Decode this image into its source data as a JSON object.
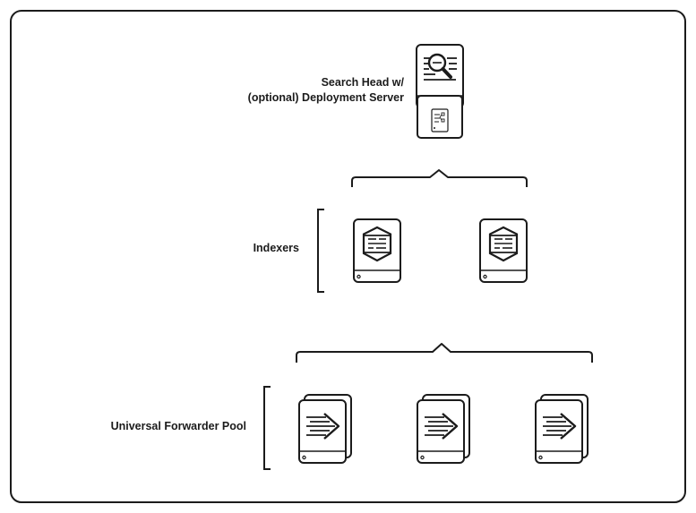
{
  "labels": {
    "search_head_line1": "Search Head w/",
    "search_head_line2": "(optional) Deployment Server",
    "indexers": "Indexers",
    "forwarder_pool": "Universal Forwarder Pool"
  },
  "tiers": {
    "search_head": {
      "servers": 1,
      "icon": "search-server-icon",
      "sub_icon": "deployment-server-icon"
    },
    "indexers": {
      "servers": 2,
      "icon": "indexer-icon"
    },
    "forwarders": {
      "servers": 3,
      "icon": "forwarder-icon"
    }
  },
  "colors": {
    "stroke": "#1b1b1b",
    "background": "#ffffff"
  }
}
